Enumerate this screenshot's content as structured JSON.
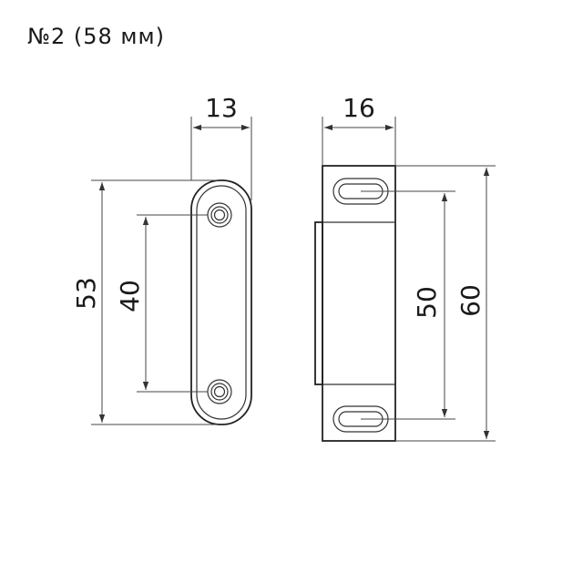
{
  "title": "№2 (58 мм)",
  "dimensions": {
    "plate_width": "13",
    "body_width": "16",
    "plate_height": "53",
    "plate_hole_spacing": "40",
    "body_hole_spacing": "50",
    "body_height": "60"
  },
  "colors": {
    "line": "#222222",
    "background": "#ffffff"
  }
}
